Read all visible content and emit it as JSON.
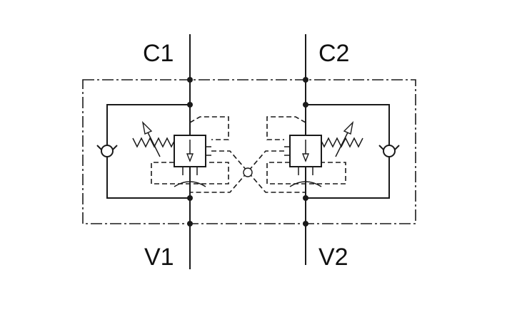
{
  "ports": {
    "c1": "C1",
    "c2": "C2",
    "v1": "V1",
    "v2": "V2"
  },
  "colors": {
    "line": "#1a1a1a",
    "background": "#ffffff"
  }
}
